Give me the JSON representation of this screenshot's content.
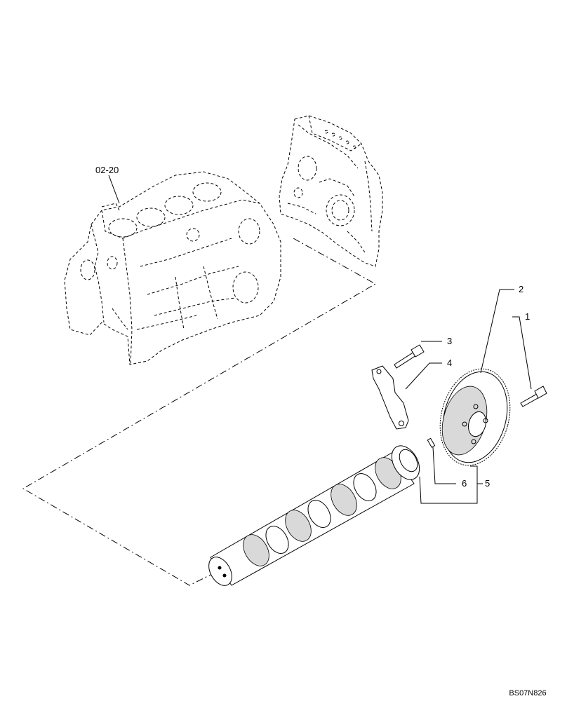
{
  "diagram": {
    "assembly_ref": "02-20",
    "drawing_code": "BS07N826",
    "callouts": [
      "1",
      "2",
      "3",
      "4",
      "5",
      "6"
    ]
  },
  "parts": [
    {
      "id": "engine-block",
      "icon": "engine-block-dashed-outline"
    },
    {
      "id": "timing-cover",
      "icon": "timing-cover-dashed-outline"
    },
    {
      "id": "camshaft-gear",
      "icon": "gear-icon"
    },
    {
      "id": "gear-bolt",
      "icon": "bolt-icon"
    },
    {
      "id": "bracket-bolt",
      "icon": "bolt-icon"
    },
    {
      "id": "bracket",
      "icon": "bracket-icon"
    },
    {
      "id": "camshaft",
      "icon": "camshaft-icon"
    },
    {
      "id": "dowel-pin",
      "icon": "pin-icon"
    }
  ]
}
